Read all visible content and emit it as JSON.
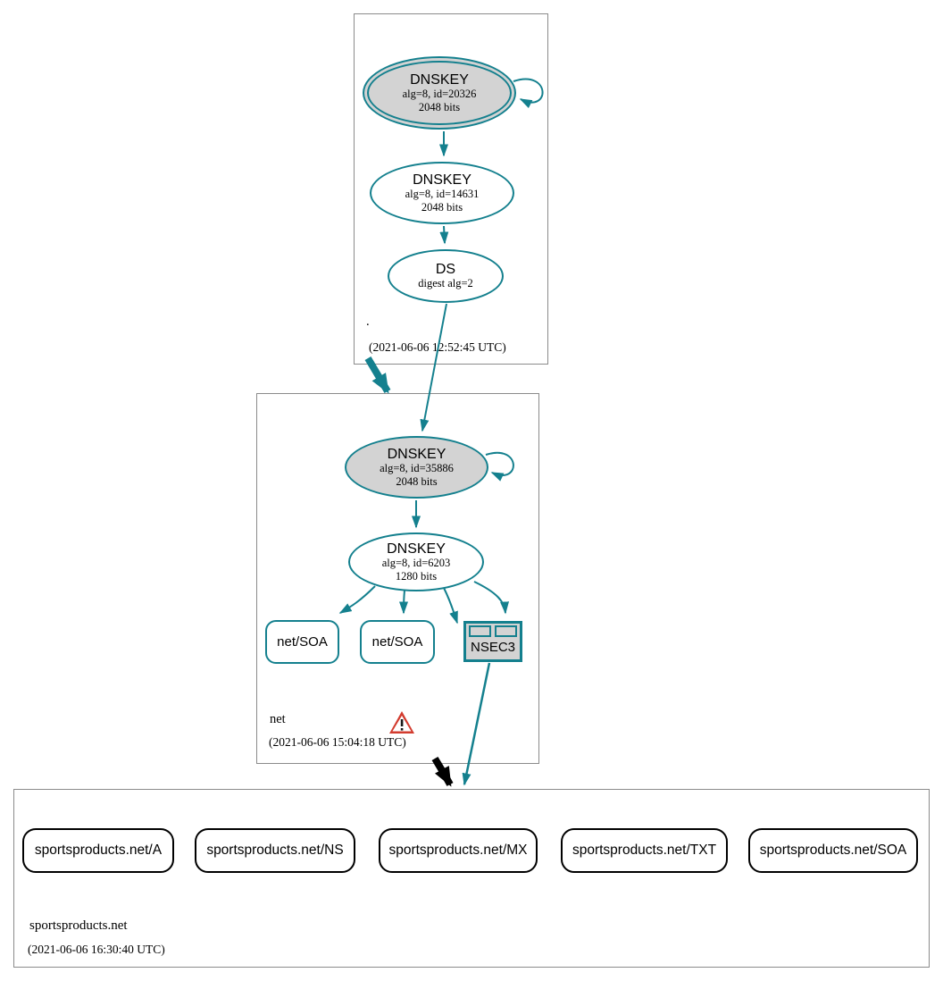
{
  "colors": {
    "teal": "#14808e",
    "node_fill_gray": "#d3d3d3",
    "zone_box_border": "#8b8b8b",
    "insecure_rrset_border": "#000000",
    "warning_red": "#d23b2e"
  },
  "zones": {
    "root": {
      "label": ".",
      "timestamp": "(2021-06-06 12:52:45 UTC)",
      "ksk": {
        "title": "DNSKEY",
        "alg": "alg=8, id=20326",
        "bits": "2048 bits"
      },
      "zsk": {
        "title": "DNSKEY",
        "alg": "alg=8, id=14631",
        "bits": "2048 bits"
      },
      "ds": {
        "title": "DS",
        "alg": "digest alg=2"
      }
    },
    "net": {
      "label": "net",
      "timestamp": "(2021-06-06 15:04:18 UTC)",
      "ksk": {
        "title": "DNSKEY",
        "alg": "alg=8, id=35886",
        "bits": "2048 bits"
      },
      "zsk": {
        "title": "DNSKEY",
        "alg": "alg=8, id=6203",
        "bits": "1280 bits"
      },
      "soa1": "net/SOA",
      "soa2": "net/SOA",
      "nsec3_label": "NSEC3"
    },
    "sportsproducts": {
      "label": "sportsproducts.net",
      "timestamp": "(2021-06-06 16:30:40 UTC)",
      "rrsets": [
        "sportsproducts.net/A",
        "sportsproducts.net/NS",
        "sportsproducts.net/MX",
        "sportsproducts.net/TXT",
        "sportsproducts.net/SOA"
      ]
    }
  }
}
